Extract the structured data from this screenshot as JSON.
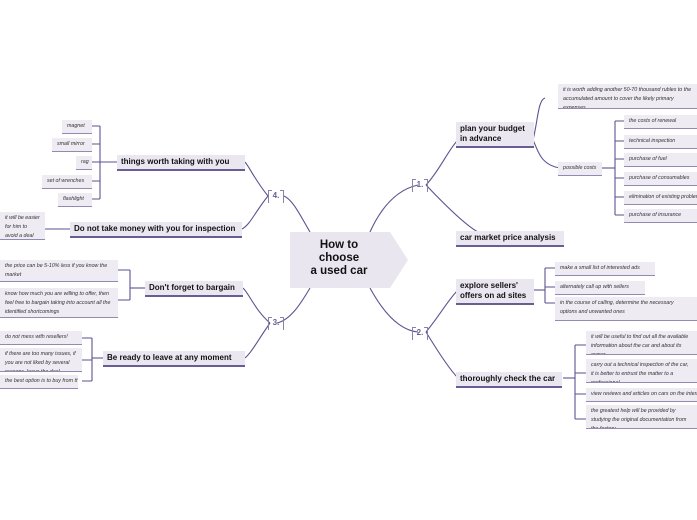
{
  "central": "How to\nchoose\na used car",
  "groups": {
    "g1": {
      "number": "1.",
      "plan_budget": {
        "title": "plan your budget\nin advance",
        "extra": "it is worth adding another 50-70 thousand rubles to the accumulated amount to cover the likely primary expenses",
        "possible_costs": {
          "title": "possible costs",
          "items": [
            "the costs of renewal",
            "technical inspection",
            "purchase of fuel",
            "purchase of consumables",
            "elimination of existing problems",
            "purchase of insurance"
          ]
        }
      },
      "market_analysis": "car market price analysis"
    },
    "g2": {
      "number": "2.",
      "explore": {
        "title": "explore sellers'\noffers on ad sites",
        "items": [
          "make a small list of interested ads",
          "alternately call up with sellers",
          "in the course of calling, determine the necessary options and unwanted ones"
        ]
      },
      "check": {
        "title": "thoroughly check the car",
        "items": [
          "it will be useful to find out all the available information about the car and about its owner",
          "carry out a technical inspection of the car, it is better to entrust the matter to a professional",
          "view reviews and articles on cars on the internet",
          "the greatest help will be provided by studying the original documentation from the factory"
        ]
      }
    },
    "g3": {
      "number": "3.",
      "bargain": {
        "title": "Don't forget to bargain",
        "items": [
          "the price can be 5-10% less if you know the market",
          "know how much you are willing to offer, then feel free to bargain taking into account all the identified shortcomings"
        ]
      },
      "leave": {
        "title": "Be ready to leave at any moment",
        "items": [
          "do not mess with resellers!",
          "if there are too many issues, if you are not liked by several reasons, leave the deal immediately",
          "the best option is to buy from the owner"
        ]
      }
    },
    "g4": {
      "number": "4.",
      "things": {
        "title": "things worth taking with you",
        "items": [
          "magnet",
          "small mirror",
          "rag",
          "set of wrenches",
          "flashlight"
        ]
      },
      "money": {
        "title": "Do not take money with you for inspection",
        "leaf": "it will be easier for him to avoid a deal and avoid a pressure from seller"
      }
    }
  },
  "colors": {
    "line": "#5e5290",
    "node_bg": "#ebe7f1",
    "accent": "#6a5d94",
    "central_bg": "#e9e6ef"
  }
}
